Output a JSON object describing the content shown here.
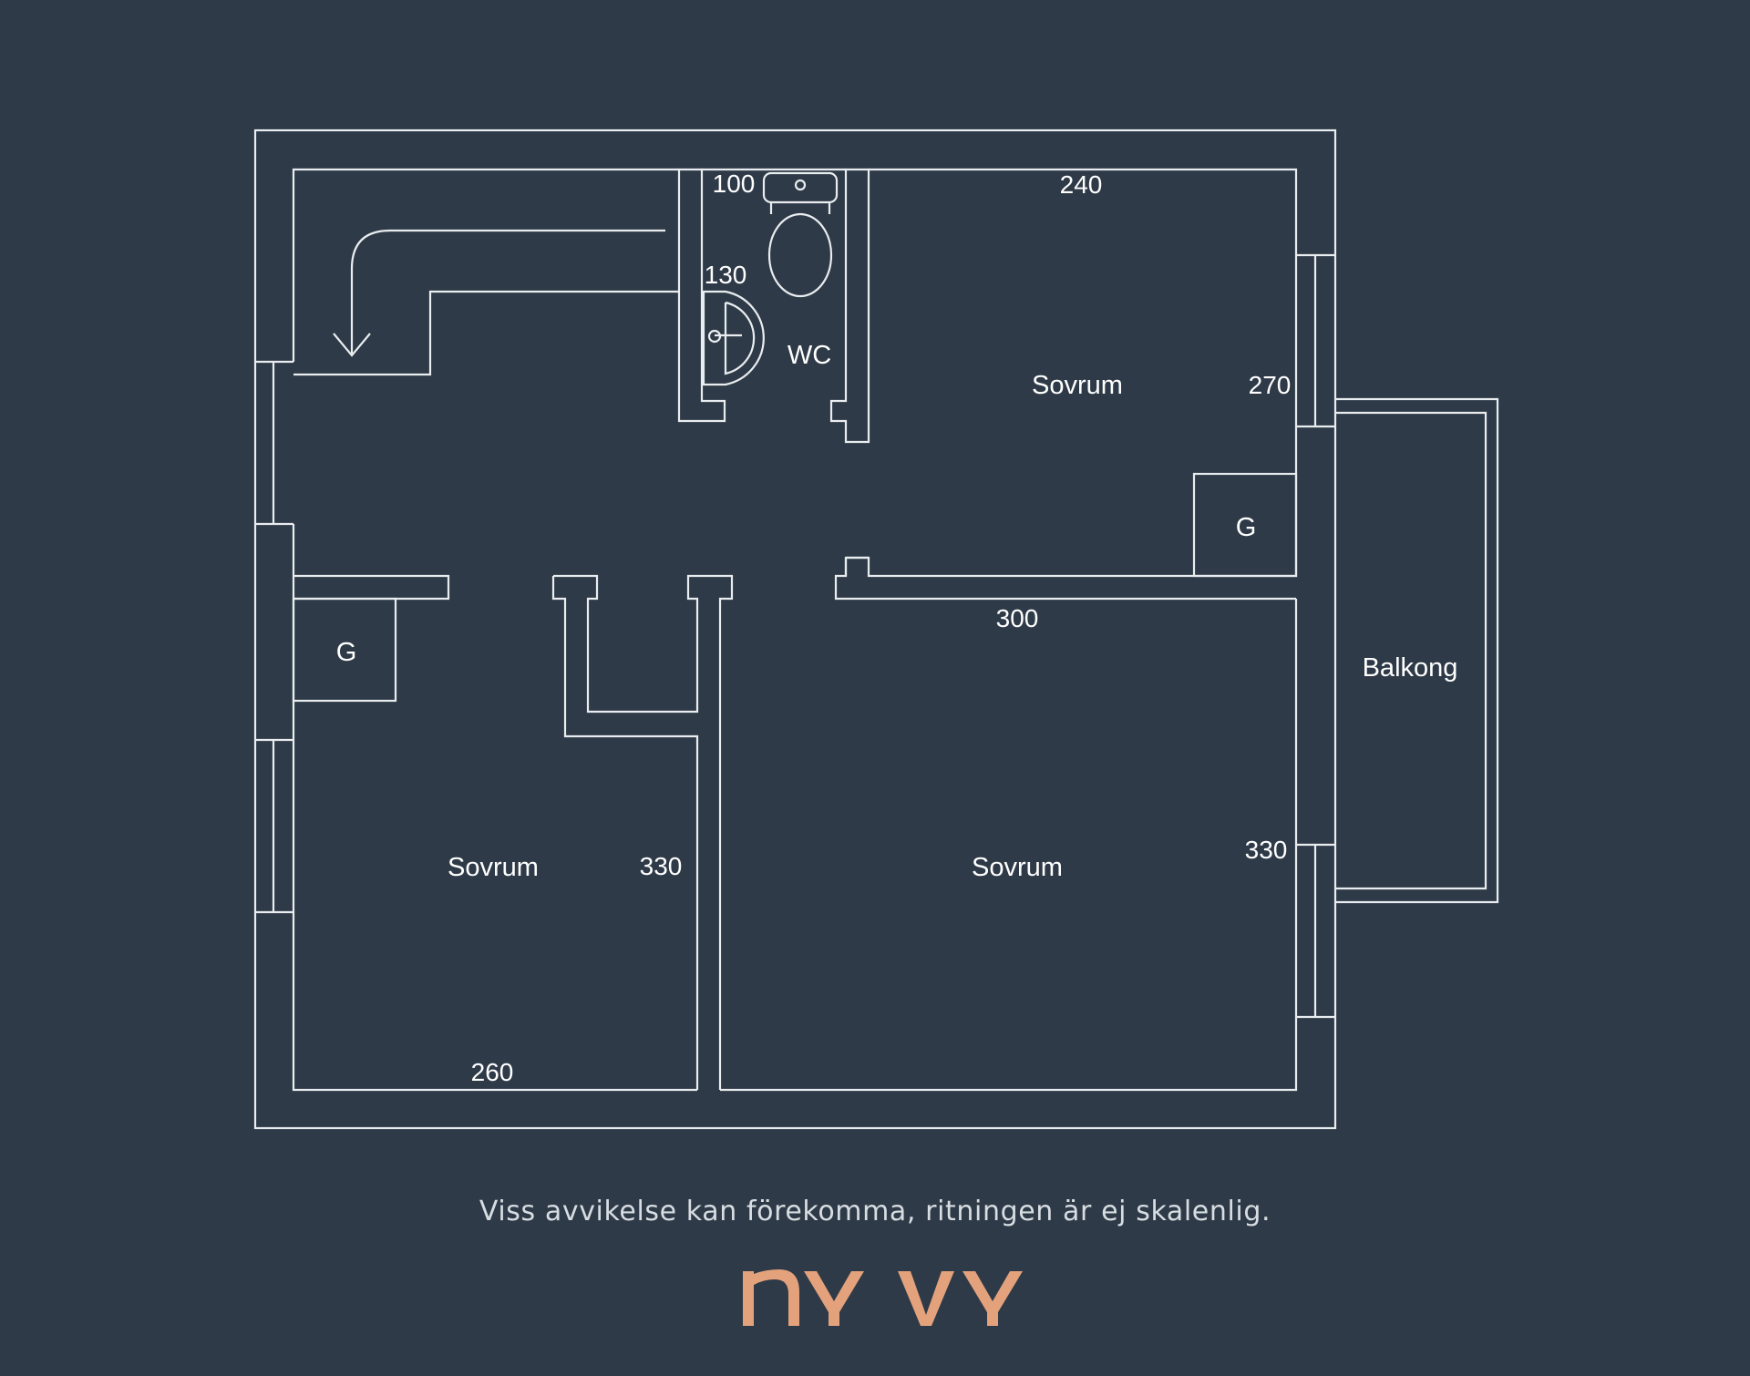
{
  "colors": {
    "background": "#2e3a47",
    "wall": "#e9edf0",
    "brand": "#e3a17c"
  },
  "rooms": {
    "wc": "WC",
    "bedroom_ne": "Sovrum",
    "bedroom_sw": "Sovrum",
    "bedroom_se": "Sovrum",
    "balcony": "Balkong",
    "closet_ne": "G",
    "closet_w": "G"
  },
  "dimensions": {
    "wc_toilet": "100",
    "wc_sink": "130",
    "ne_top": "240",
    "ne_right": "270",
    "se_top": "300",
    "se_right": "330",
    "sw_right": "330",
    "sw_bottom": "260"
  },
  "icons": {
    "stairs": "stair-arrow-icon",
    "toilet": "toilet-icon",
    "sink": "sink-icon"
  },
  "disclaimer": "Viss avvikelse kan förekomma, ritningen är ej skalenlig.",
  "brand": {
    "logo_text": "NY VY"
  }
}
